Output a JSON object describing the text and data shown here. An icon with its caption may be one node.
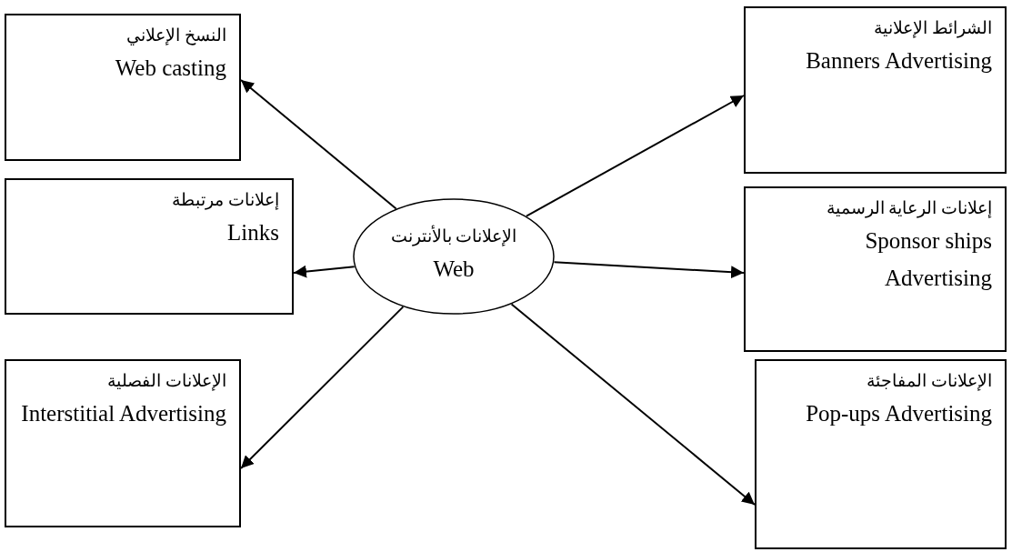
{
  "diagram": {
    "nodes": [
      {
        "text": [
          "الإعلانات بالأنترنت",
          "Web"
        ]
      },
      {
        "text": [
          "النسخ الإعلاني",
          "Web casting"
        ]
      },
      {
        "text": [
          "الشرائط الإعلانية",
          "Banners Advertising"
        ]
      },
      {
        "text": [
          "إعلانات مرتبطة",
          "Links"
        ]
      },
      {
        "text": [
          "إعلانات الرعاية الرسمية",
          "Sponsor ships Advertising"
        ]
      },
      {
        "text": [
          "الإعلانات الفصلية",
          "Interstitial Advertising"
        ]
      },
      {
        "text": [
          "الإعلانات المفاجئة",
          "Pop-ups Advertising"
        ]
      }
    ],
    "edges": [
      {
        "from": 0,
        "to": 1,
        "arrow": "to"
      },
      {
        "from": 0,
        "to": 2,
        "arrow": "to"
      },
      {
        "from": 0,
        "to": 3,
        "arrow": "to"
      },
      {
        "from": 0,
        "to": 4,
        "arrow": "to"
      },
      {
        "from": 0,
        "to": 5,
        "arrow": "to"
      },
      {
        "from": 0,
        "to": 6,
        "arrow": "to"
      }
    ]
  }
}
